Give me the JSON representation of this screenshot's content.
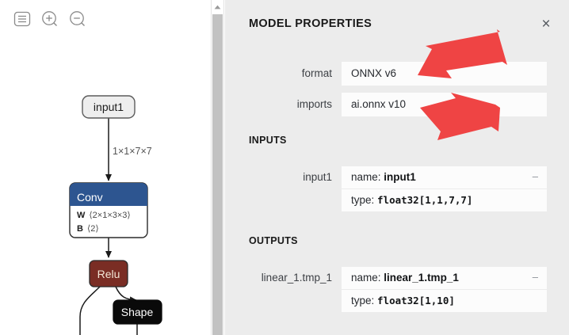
{
  "toolbar": {
    "menu_label": "menu",
    "zoom_in_label": "zoom in",
    "zoom_out_label": "zoom out"
  },
  "graph": {
    "nodes": [
      {
        "id": "input1",
        "label": "input1",
        "type": "io"
      },
      {
        "id": "conv",
        "label": "Conv",
        "type": "op",
        "attributes": [
          {
            "name": "W",
            "value": "⟨2×1×3×3⟩"
          },
          {
            "name": "B",
            "value": "⟨2⟩"
          }
        ]
      },
      {
        "id": "relu",
        "label": "Relu",
        "type": "activation"
      },
      {
        "id": "shape",
        "label": "Shape",
        "type": "shape"
      }
    ],
    "edges": [
      {
        "from": "input1",
        "to": "conv",
        "label": "1×1×7×7"
      },
      {
        "from": "conv",
        "to": "relu",
        "label": ""
      },
      {
        "from": "relu",
        "to": "shape",
        "label": ""
      }
    ],
    "colors": {
      "io_fill": "#eeeeee",
      "io_stroke": "#666666",
      "conv_header": "#2d5590",
      "relu_fill": "#7a2d24",
      "shape_fill": "#0a0a0a",
      "edge": "#1a1a1a",
      "edge_label": "#555555"
    }
  },
  "panel": {
    "title": "MODEL PROPERTIES",
    "close_label": "×",
    "fields": [
      {
        "label": "format",
        "value": "ONNX v6"
      },
      {
        "label": "imports",
        "value": "ai.onnx v10"
      }
    ],
    "inputs": {
      "heading": "INPUTS",
      "items": [
        {
          "label": "input1",
          "name_prefix": "name: ",
          "name_value": "input1",
          "type_prefix": "type: ",
          "type_value": "float32[1,1,7,7]",
          "collapse": "–"
        }
      ]
    },
    "outputs": {
      "heading": "OUTPUTS",
      "items": [
        {
          "label": "linear_1.tmp_1",
          "name_prefix": "name: ",
          "name_value": "linear_1.tmp_1",
          "type_prefix": "type: ",
          "type_value": "float32[1,10]",
          "collapse": "–"
        }
      ]
    }
  },
  "annotations": {
    "color": "#ef4444",
    "arrows": [
      {
        "name": "arrow-pointing-to-format-field",
        "target": "format"
      },
      {
        "name": "arrow-pointing-to-imports-field",
        "target": "imports"
      }
    ]
  },
  "scrollbar": {
    "up_arrow": "▲"
  }
}
